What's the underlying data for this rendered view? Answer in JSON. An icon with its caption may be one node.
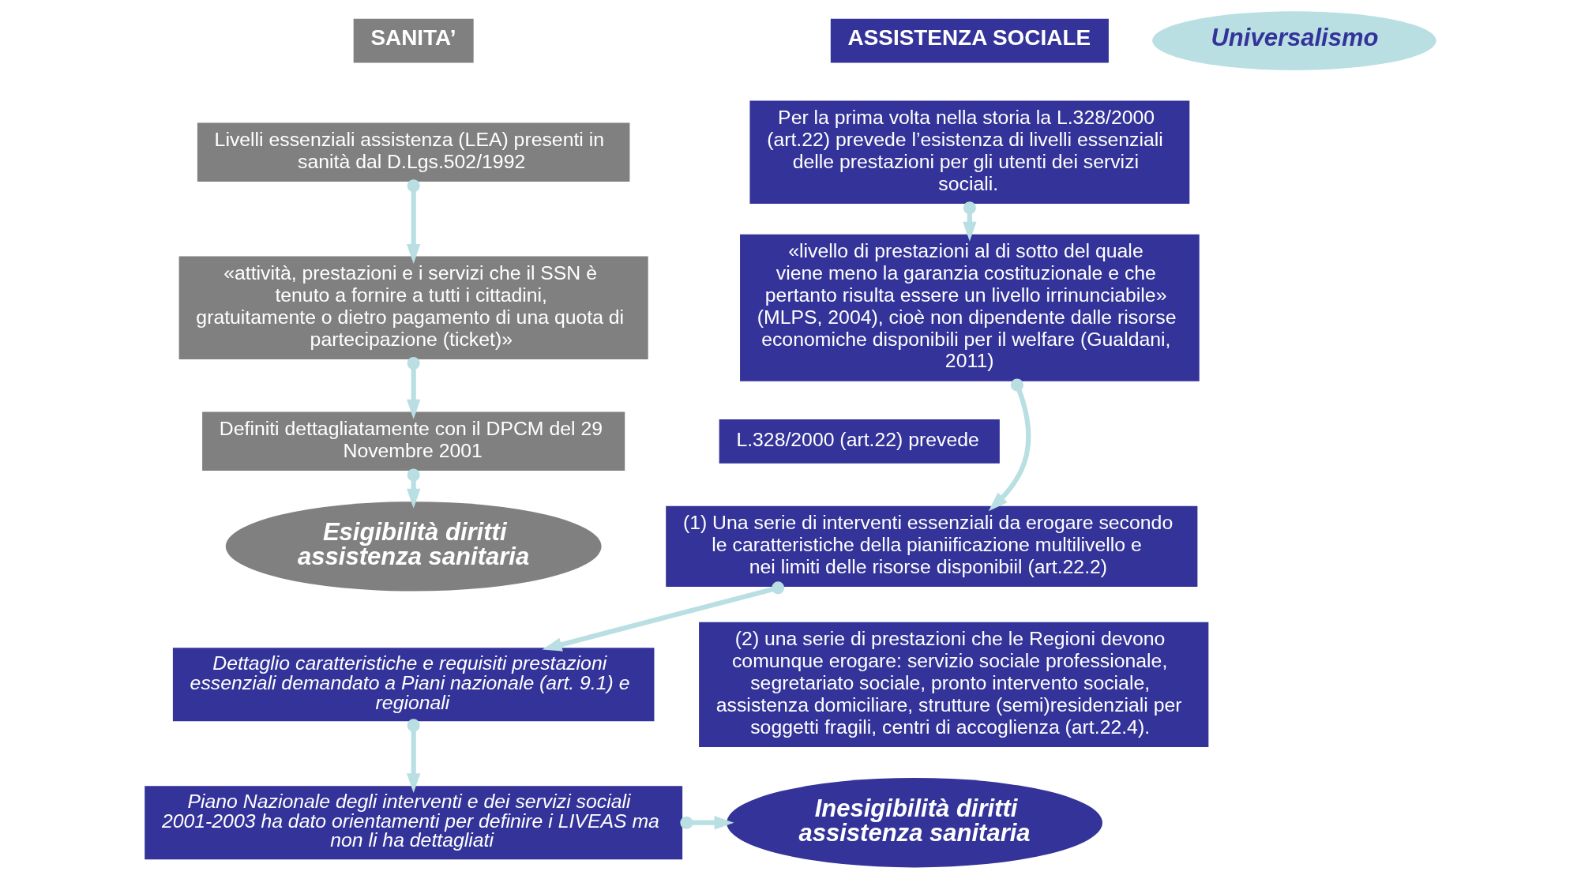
{
  "diagram": {
    "nodes": [
      {
        "text": [
          "SANITA’"
        ]
      },
      {
        "text": [
          "Universalismo"
        ]
      },
      {
        "text": [
          "ASSISTENZA SOCIALE"
        ]
      },
      {
        "text": [
          "Livelli essenziali assistenza (LEA) presenti in sanità dal D.Lgs.502/1992"
        ]
      },
      {
        "text": [
          "«attività, prestazioni e i servizi che il SSN è tenuto a fornire a tutti i cittadini, gratuitamente o dietro pagamento di una quota di partecipazione (ticket)»"
        ]
      },
      {
        "text": [
          "Definiti dettagliatamente con il DPCM del 29 Novembre 2001"
        ]
      },
      {
        "text": [
          "Esigibilità diritti assistenza sanitaria"
        ]
      },
      {
        "text": [
          "Per la prima volta nella storia la L.328/2000 (art.22) prevede l’esistenza di livelli essenziali delle prestazioni per gli utenti dei servizi sociali."
        ]
      },
      {
        "text": [
          "«livello di prestazioni al di sotto del quale viene meno la garanzia costituzionale e che pertanto risulta essere un livello irrinunciabile» (MLPS, 2004), cioè non dipendente dalle risorse economiche disponibili per il welfare (Gualdani, 2011)"
        ]
      },
      {
        "text": [
          "L.328/2000 (art.22) prevede"
        ]
      },
      {
        "text": [
          "(1) Una serie di interventi essenziali da erogare secondo le caratteristiche della pianiificazione multilivello e nei limiti delle risorse disponibiil (art.22.2)"
        ]
      },
      {
        "text": [
          "(2) una serie di prestazioni che le Regioni devono comunque erogare: servizio sociale professionale, segretariato sociale, pronto intervento sociale, assistenza domiciliare, strutture (semi)residenziali per soggetti fragili, centri di accoglienza (art.22.4)."
        ]
      },
      {
        "text": [
          "Dettaglio caratteristiche e requisiti prestazioni essenziali demandato a Piani nazionale (art. 9.1) e regionali"
        ]
      },
      {
        "text": [
          "Piano Nazionale degli interventi e dei servizi sociali 2001-2003 ha dato orientamenti per definire i LIVEAS ma non li ha dettagliati"
        ]
      },
      {
        "text": [
          "Inesigibilità diritti assistenza sanitaria"
        ]
      }
    ],
    "edges": [
      {
        "from": 3,
        "to": 4,
        "arrow": "to"
      },
      {
        "from": 4,
        "to": 5,
        "arrow": "to"
      },
      {
        "from": 5,
        "to": 6,
        "arrow": "to"
      },
      {
        "from": 7,
        "to": 8,
        "arrow": "to"
      },
      {
        "from": 8,
        "to": 10,
        "arrow": "to"
      },
      {
        "from": 10,
        "to": 12,
        "arrow": "to"
      },
      {
        "from": 12,
        "to": 13,
        "arrow": "to"
      },
      {
        "from": 13,
        "to": 14,
        "arrow": "to"
      }
    ]
  }
}
